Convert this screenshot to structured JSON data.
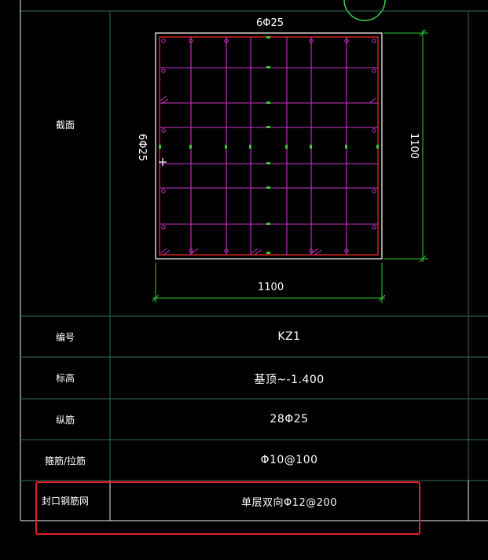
{
  "drawing": {
    "colors": {
      "background": "#000000",
      "table_line_white": "#f0f0f0",
      "table_line_teal": "#2f6a5e",
      "rebar": "#cc33cc",
      "section_outline_red": "#ff2a2a",
      "section_outline_white": "#ffffff",
      "dimension": "#33cc33",
      "highlight_box": "#e02020",
      "text": "#ffffff"
    },
    "section": {
      "label": "截面",
      "top_bar_note": "6Φ25",
      "side_bar_note": "6Φ25",
      "width_dim": "1100",
      "height_dim": "1100"
    },
    "rows": [
      {
        "label": "编号",
        "value": "KZ1"
      },
      {
        "label": "标高",
        "value": "基顶~-1.400"
      },
      {
        "label": "纵筋",
        "value": "28Φ25"
      },
      {
        "label": "箍筋/拉筋",
        "value": "Φ10@100"
      },
      {
        "label": "封口钢筋网",
        "value": "单层双向Φ12@200"
      }
    ]
  }
}
